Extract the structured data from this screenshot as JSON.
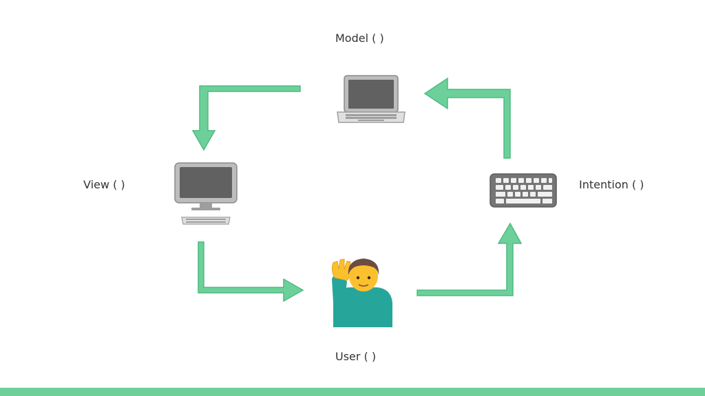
{
  "labels": {
    "model": "Model ( )",
    "view": "View ( )",
    "intention": "Intention ( )",
    "user": "User ( )"
  },
  "nodes": {
    "model_icon": "laptop-icon",
    "view_icon": "desktop-computer-icon",
    "intention_icon": "keyboard-icon",
    "user_icon": "person-raising-hand-icon"
  },
  "colors": {
    "arrow_fill": "#6dd09b",
    "arrow_stroke": "#4dbb7f",
    "bottom_bar": "#6dd09b",
    "label_text": "#333333"
  }
}
